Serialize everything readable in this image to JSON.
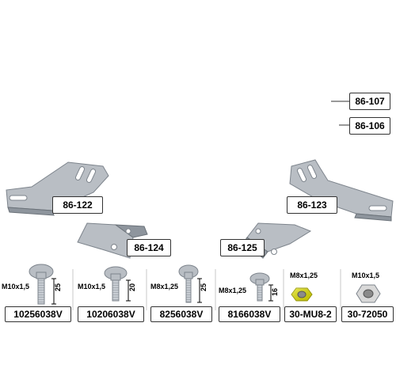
{
  "colors": {
    "green_blade": "#3aa234",
    "green_dark": "#1f6e1d",
    "yellow_blade": "#f2e21a",
    "yellow_dark": "#b5a50a",
    "steel": "#b9bec4",
    "steel_dark": "#7d848c",
    "label_border": "#333333"
  },
  "blades": {
    "green_part": "86-107",
    "yellow_part": "86-106"
  },
  "brackets": [
    {
      "id": "left_large",
      "part": "86-122"
    },
    {
      "id": "right_large",
      "part": "86-123"
    },
    {
      "id": "left_small",
      "part": "86-124"
    },
    {
      "id": "right_small",
      "part": "86-125"
    }
  ],
  "hardware": [
    {
      "kind": "bolt",
      "thread": "M10x1,5",
      "length": "25",
      "part": "10256038V"
    },
    {
      "kind": "bolt",
      "thread": "M10x1,5",
      "length": "20",
      "part": "10206038V"
    },
    {
      "kind": "bolt",
      "thread": "M8x1,25",
      "length": "25",
      "part": "8256038V"
    },
    {
      "kind": "bolt",
      "thread": "M8x1,25",
      "length": "16",
      "part": "8166038V"
    },
    {
      "kind": "nut",
      "thread": "M8x1,25",
      "part": "30-MU8-2"
    },
    {
      "kind": "nut",
      "thread": "M10x1,5",
      "part": "30-72050"
    }
  ]
}
